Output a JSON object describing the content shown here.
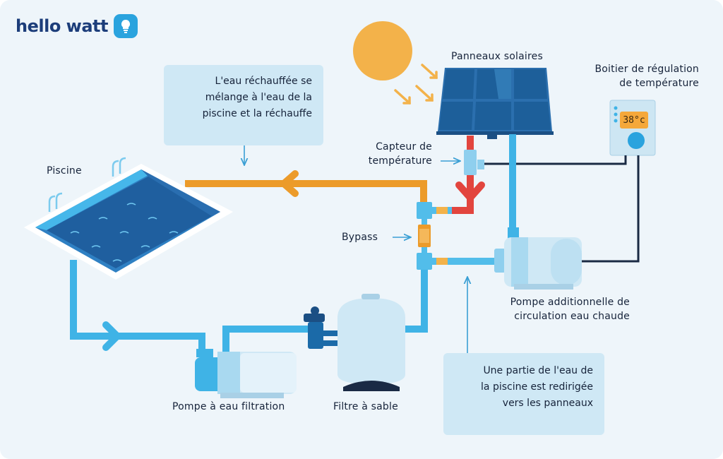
{
  "brand": {
    "name": "hello watt"
  },
  "labels": {
    "solar_panels": "Panneaux solaires",
    "regulation_box": "Boitier de régulation\nde température",
    "temp_sensor": "Capteur de\ntempérature",
    "pool": "Piscine",
    "bypass": "Bypass",
    "extra_pump": "Pompe additionnelle de\ncirculation eau chaude",
    "filtration_pump": "Pompe à eau filtration",
    "sand_filter": "Filtre à sable"
  },
  "callouts": {
    "heated_water": "L'eau réchauffée se\nmélange à l'eau de la\npiscine et la réchauffe",
    "redirected_water": "Une partie de l'eau de\nla piscine est redirigée\nvers les panneaux"
  },
  "thermostat": {
    "display": "38°c"
  },
  "colors": {
    "background": "#eef5fa",
    "pipe_blue": "#3fb3e6",
    "pipe_hot": "#ec9b2a",
    "pipe_red": "#e2453e",
    "panel_blue": "#1d5f9a",
    "sun": "#f3b24a",
    "callout_bg": "#cfe8f5",
    "text": "#16233a"
  },
  "icons": [
    "sun-icon",
    "solar-panel-icon",
    "thermostat-icon",
    "pool-icon",
    "filter-icon",
    "pump-icon",
    "valve-icon",
    "bulb-icon"
  ]
}
